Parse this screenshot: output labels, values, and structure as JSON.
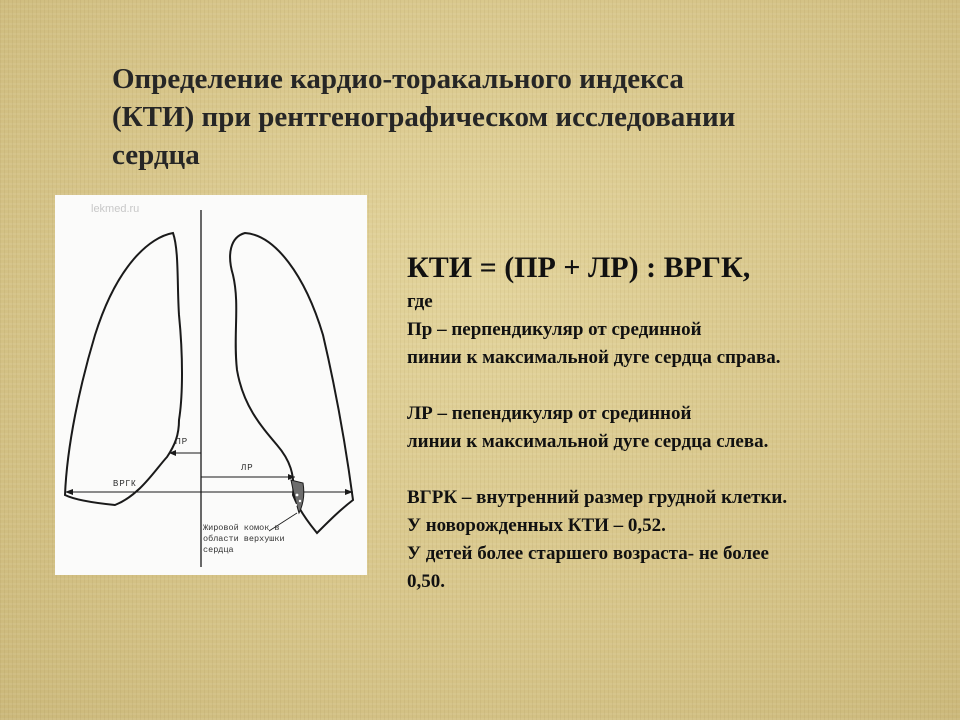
{
  "title": {
    "line1": "Определение кардио-торакального индекса",
    "line2": "(КТИ) при рентгенографическом исследовании",
    "line3": "сердца"
  },
  "figure": {
    "watermark": "lekmed.ru",
    "label_pr": "ПР",
    "label_lr": "ЛР",
    "label_vrgk": "ВРГК",
    "note_line1": "Жировой комок в",
    "note_line2": "области верхушки",
    "note_line3": "сердца"
  },
  "content": {
    "formula": "КТИ =  (ПР + ЛР) : ВРГК,",
    "where": "где",
    "pr_line1": "Пр – перпендикуляр от срединной",
    "pr_line2": "пинии к максимальной дуге сердца справа.",
    "lr_line1": "ЛР – пепендикуляр от срединной",
    "lr_line2": "линии  к максимальной дуге сердца слева.",
    "vgrk": "ВГРК – внутренний  размер грудной клетки.",
    "newborn": "У новорожденных КТИ – 0,52.",
    "older1": "У детей более старшего возраста-  не более",
    "older2": "0,50."
  }
}
